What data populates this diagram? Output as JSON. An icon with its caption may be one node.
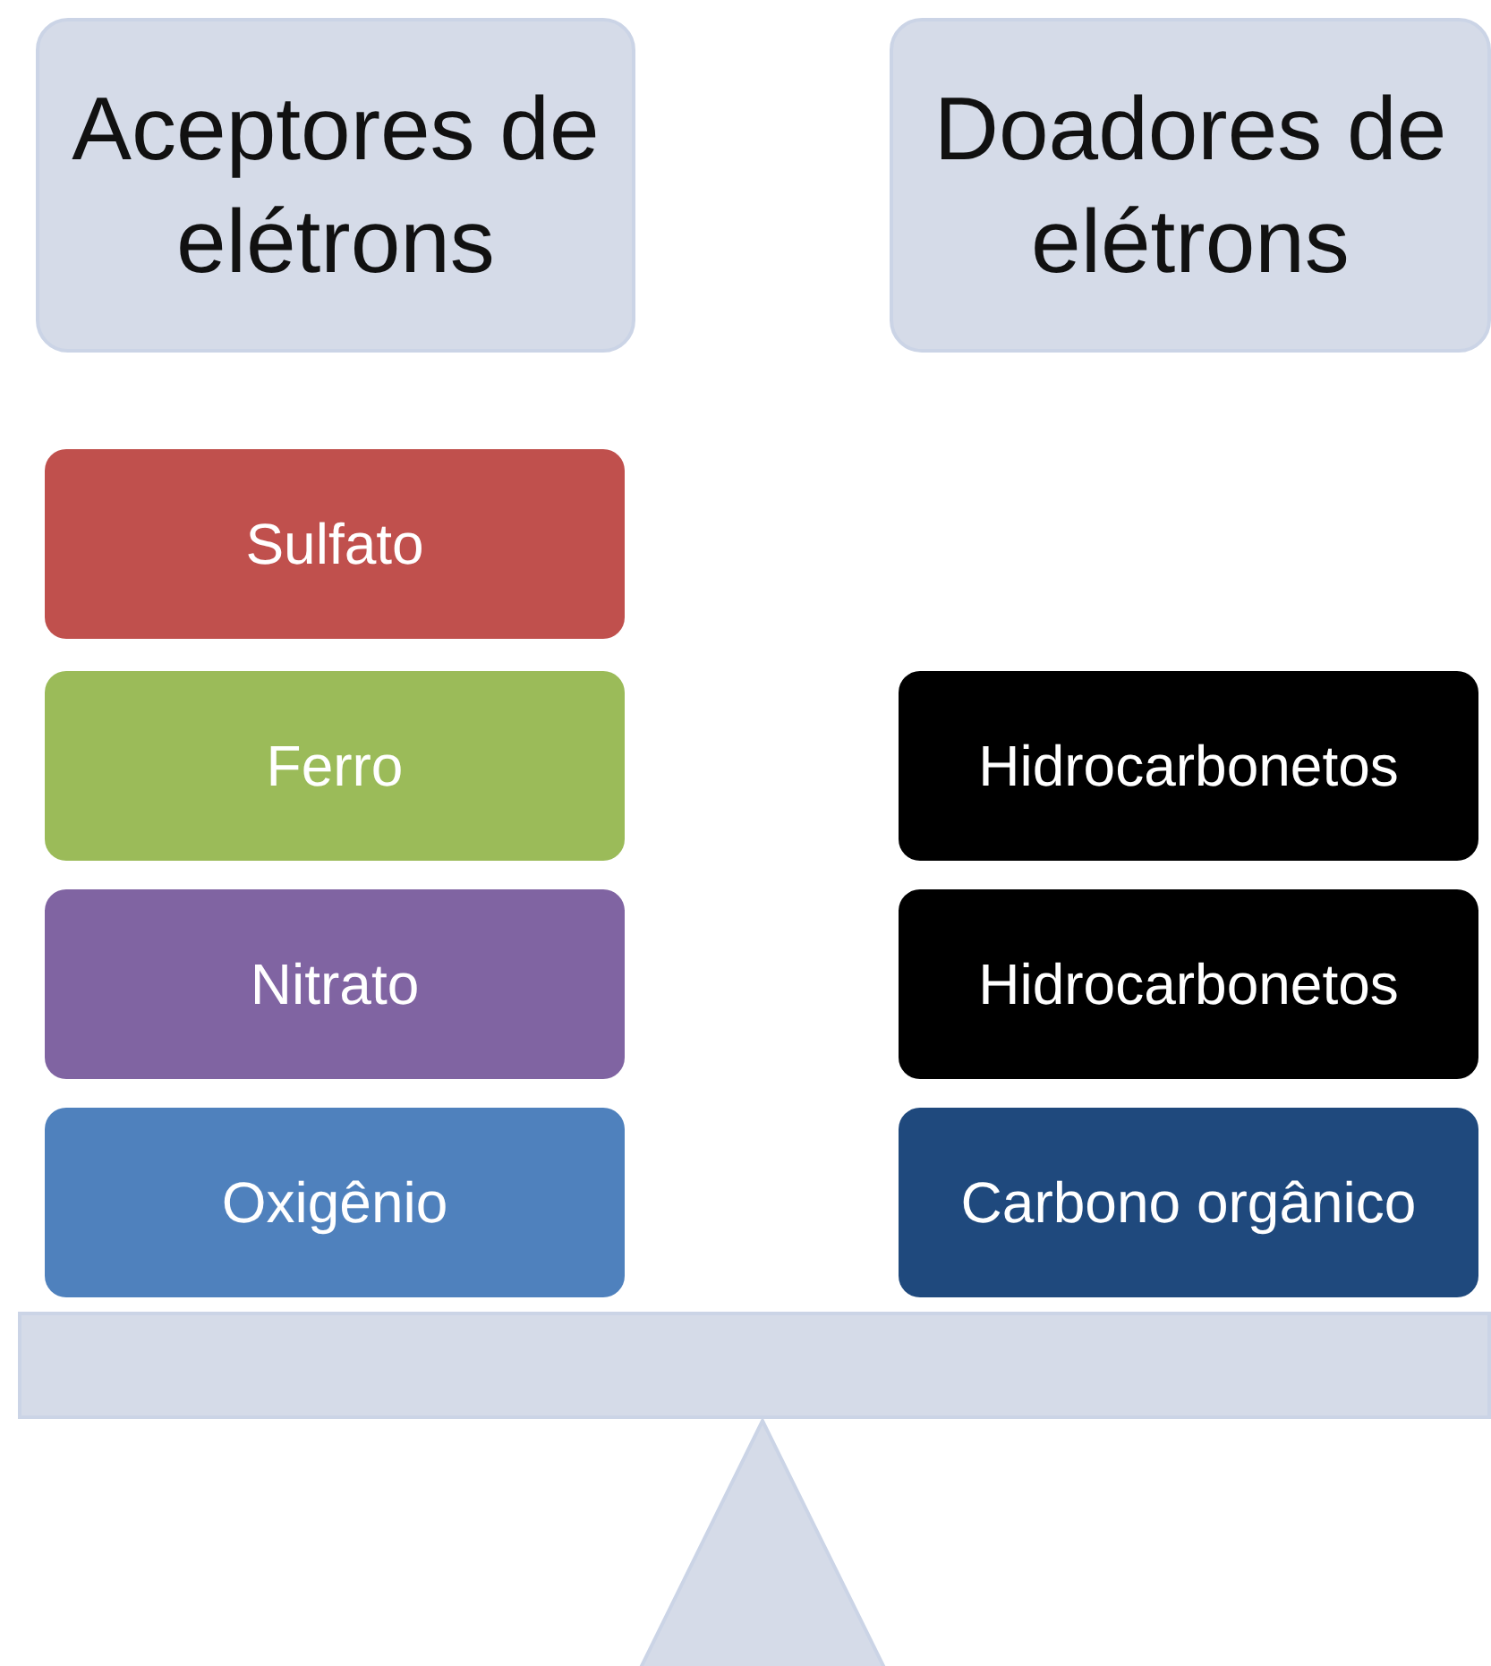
{
  "diagram": {
    "nodes": [
      {
        "text": [
          "Aceptores de elétrons"
        ]
      },
      {
        "text": [
          "Doadores de elétrons"
        ]
      },
      {
        "text": [
          "Sulfato"
        ]
      },
      {
        "text": [
          "Ferro"
        ]
      },
      {
        "text": [
          "Nitrato"
        ]
      },
      {
        "text": [
          "Oxigênio"
        ]
      },
      {
        "text": [
          "Hidrocarbonetos"
        ]
      },
      {
        "text": [
          "Hidrocarbonetos"
        ]
      },
      {
        "text": [
          "Carbono orgânico"
        ]
      },
      {
        "text": [],
        "shape": "bar"
      },
      {
        "text": [],
        "shape": "triangle"
      }
    ]
  }
}
